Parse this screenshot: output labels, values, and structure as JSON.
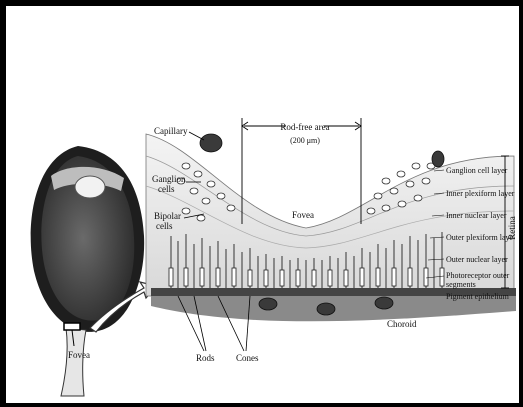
{
  "diagram": {
    "eye_label": "Fovea",
    "labels": {
      "capillary": "Capillary",
      "rod_free": "Rod-free area",
      "rod_free_size": "(200 μm)",
      "ganglion_1": "Ganglion",
      "ganglion_2": "cells",
      "bipolar_1": "Bipolar",
      "bipolar_2": "cells",
      "fovea": "Fovea",
      "rods": "Rods",
      "cones": "Cones",
      "choroid": "Choroid"
    },
    "layers": [
      "Ganglion cell layer",
      "Inner plexiform layer",
      "Inner nuclear layer",
      "Outer plexiform laye",
      "Outer nuclear layer",
      "Photoreceptor outer",
      "segments",
      "Pigment epithelium"
    ],
    "retina": "Retina"
  }
}
